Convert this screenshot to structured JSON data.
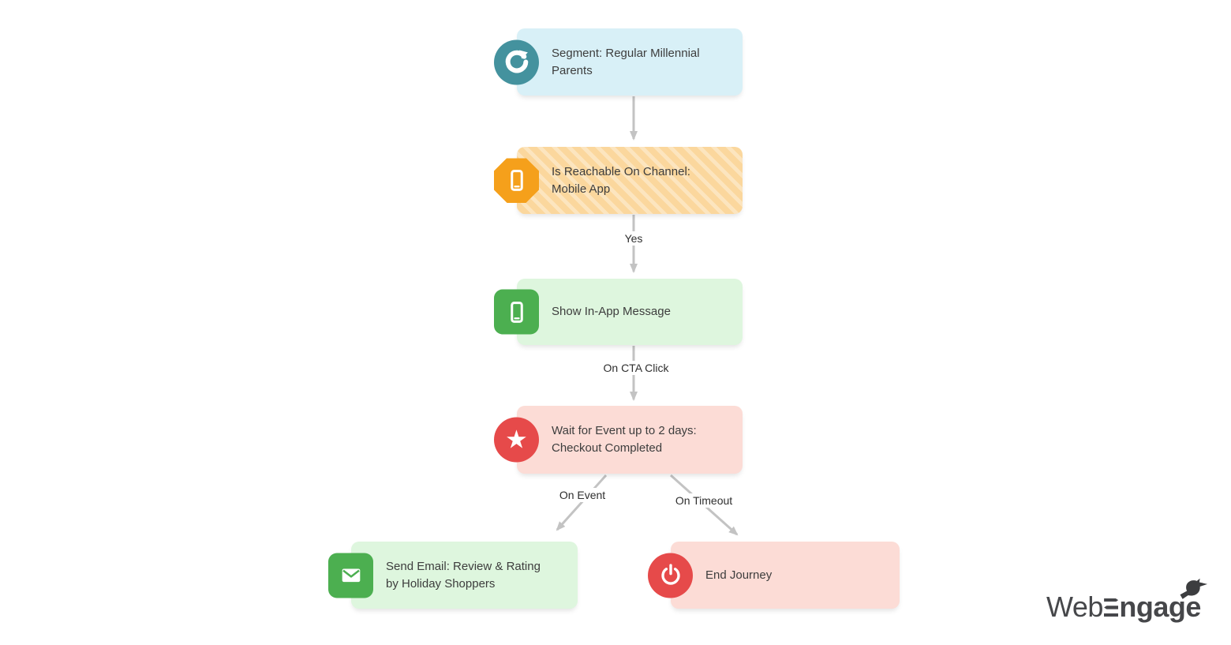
{
  "canvas": {
    "background": "#ffffff"
  },
  "nodes": [
    {
      "id": "segment",
      "label": "Segment: Regular Millennial Parents",
      "icon": "segment-refresh-icon",
      "icon_shape": "circle",
      "box_color": "#d8f0f7",
      "icon_color": "#44929e"
    },
    {
      "id": "reachable-channel",
      "label": "Is Reachable On Channel: Mobile App",
      "icon": "mobile-phone-icon",
      "icon_shape": "octagon",
      "box_color": "#fbd79d",
      "icon_color": "#f5a01b",
      "striped": true
    },
    {
      "id": "in-app-message",
      "label": "Show In-App Message",
      "icon": "mobile-phone-icon",
      "icon_shape": "rounded-square",
      "box_color": "#def6de",
      "icon_color": "#4caf50"
    },
    {
      "id": "wait-for-event",
      "label": "Wait for Event up to 2 days: Checkout Completed",
      "icon": "star-icon",
      "icon_shape": "circle",
      "box_color": "#fcdcd6",
      "icon_color": "#e64a4a"
    },
    {
      "id": "send-email",
      "label": "Send Email: Review & Rating by Holiday Shoppers",
      "icon": "envelope-icon",
      "icon_shape": "rounded-square",
      "box_color": "#def6de",
      "icon_color": "#4caf50"
    },
    {
      "id": "end-journey",
      "label": "End Journey",
      "icon": "power-icon",
      "icon_shape": "circle",
      "box_color": "#fcdcd6",
      "icon_color": "#e64a4a"
    }
  ],
  "edges": [
    {
      "from": "segment",
      "to": "reachable-channel",
      "label": ""
    },
    {
      "from": "reachable-channel",
      "to": "in-app-message",
      "label": "Yes"
    },
    {
      "from": "in-app-message",
      "to": "wait-for-event",
      "label": "On CTA Click"
    },
    {
      "from": "wait-for-event",
      "to": "send-email",
      "label": "On Event"
    },
    {
      "from": "wait-for-event",
      "to": "end-journey",
      "label": "On Timeout"
    }
  ],
  "connector_color": "#c3c3c3",
  "logo": {
    "full_text": "WebEngage",
    "part1": "Web",
    "part2": "ngage",
    "bird_icon": "bird-icon",
    "color": "#46474a"
  }
}
